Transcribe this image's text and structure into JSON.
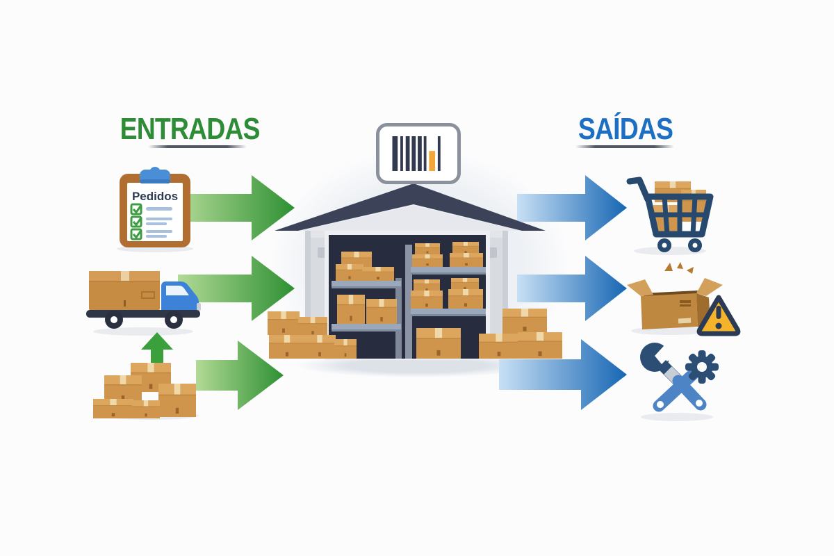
{
  "titles": {
    "entries": "ENTRADAS",
    "exits": "SAÍDAS"
  },
  "clipboard": {
    "label": "Pedidos",
    "checked_items": 3
  },
  "flows": {
    "inbound": [
      "orders-clipboard",
      "delivery-truck",
      "incoming-stock-boxes"
    ],
    "outbound": [
      "customer-cart",
      "damaged-box-alert",
      "maintenance-tools"
    ]
  },
  "colors": {
    "entries_green": "#2E8C36",
    "exits_blue": "#1D6FC2",
    "arrow_green_light": "#B2DA96",
    "arrow_green_dark": "#2E9033",
    "arrow_blue_light": "#C8E0F5",
    "arrow_blue_dark": "#1766B3",
    "cardboard_tan": "#D0954D",
    "dark_navy": "#333A50",
    "warning_yellow": "#F5B22B"
  }
}
